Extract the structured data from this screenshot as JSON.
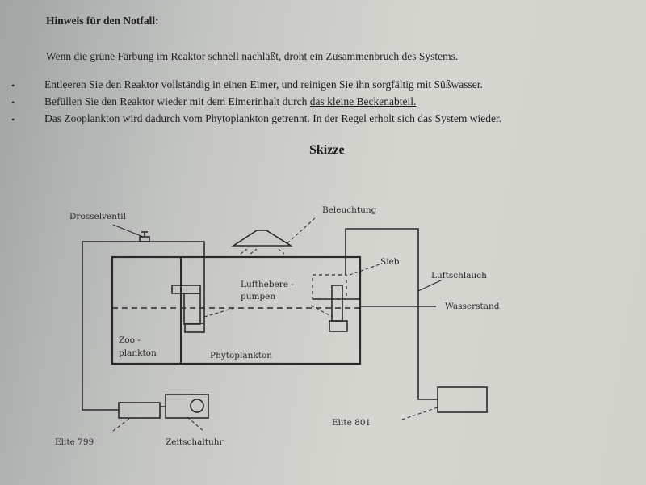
{
  "heading": "Hinweis für den Notfall:",
  "intro": "Wenn die grüne Färbung im Reaktor schnell nachläßt, droht ein Zusammenbruch des Systems.",
  "bullets": [
    {
      "text": "Entleeren Sie den Reaktor vollständig in einen Eimer, und reinigen Sie ihn sorgfältig mit Süßwasser."
    },
    {
      "text": "Befüllen Sie den Reaktor wieder mit dem Eimerinhalt durch ",
      "link": "das kleine Beckenabteil."
    },
    {
      "text": "Das Zooplankton wird dadurch vom Phytoplankton getrennt. In der Regel erholt sich das System wieder."
    }
  ],
  "bullet_symbol": "•",
  "sketch": {
    "title": "Skizze",
    "labels": {
      "drosselventil": "Drosselventil",
      "beleuchtung": "Beleuchtung",
      "sieb": "Sieb",
      "luftschlauch": "Luftschlauch",
      "lufthebere_1": "Lufthebere -",
      "lufthebere_2": "pumpen",
      "wasserstand": "Wasserstand",
      "zoo_1": "Zoo -",
      "zoo_2": "plankton",
      "phyto": "Phytoplankton",
      "elite799": "Elite 799",
      "zeitschaltuhr": "Zeitschaltuhr",
      "elite801": "Elite 801"
    }
  }
}
